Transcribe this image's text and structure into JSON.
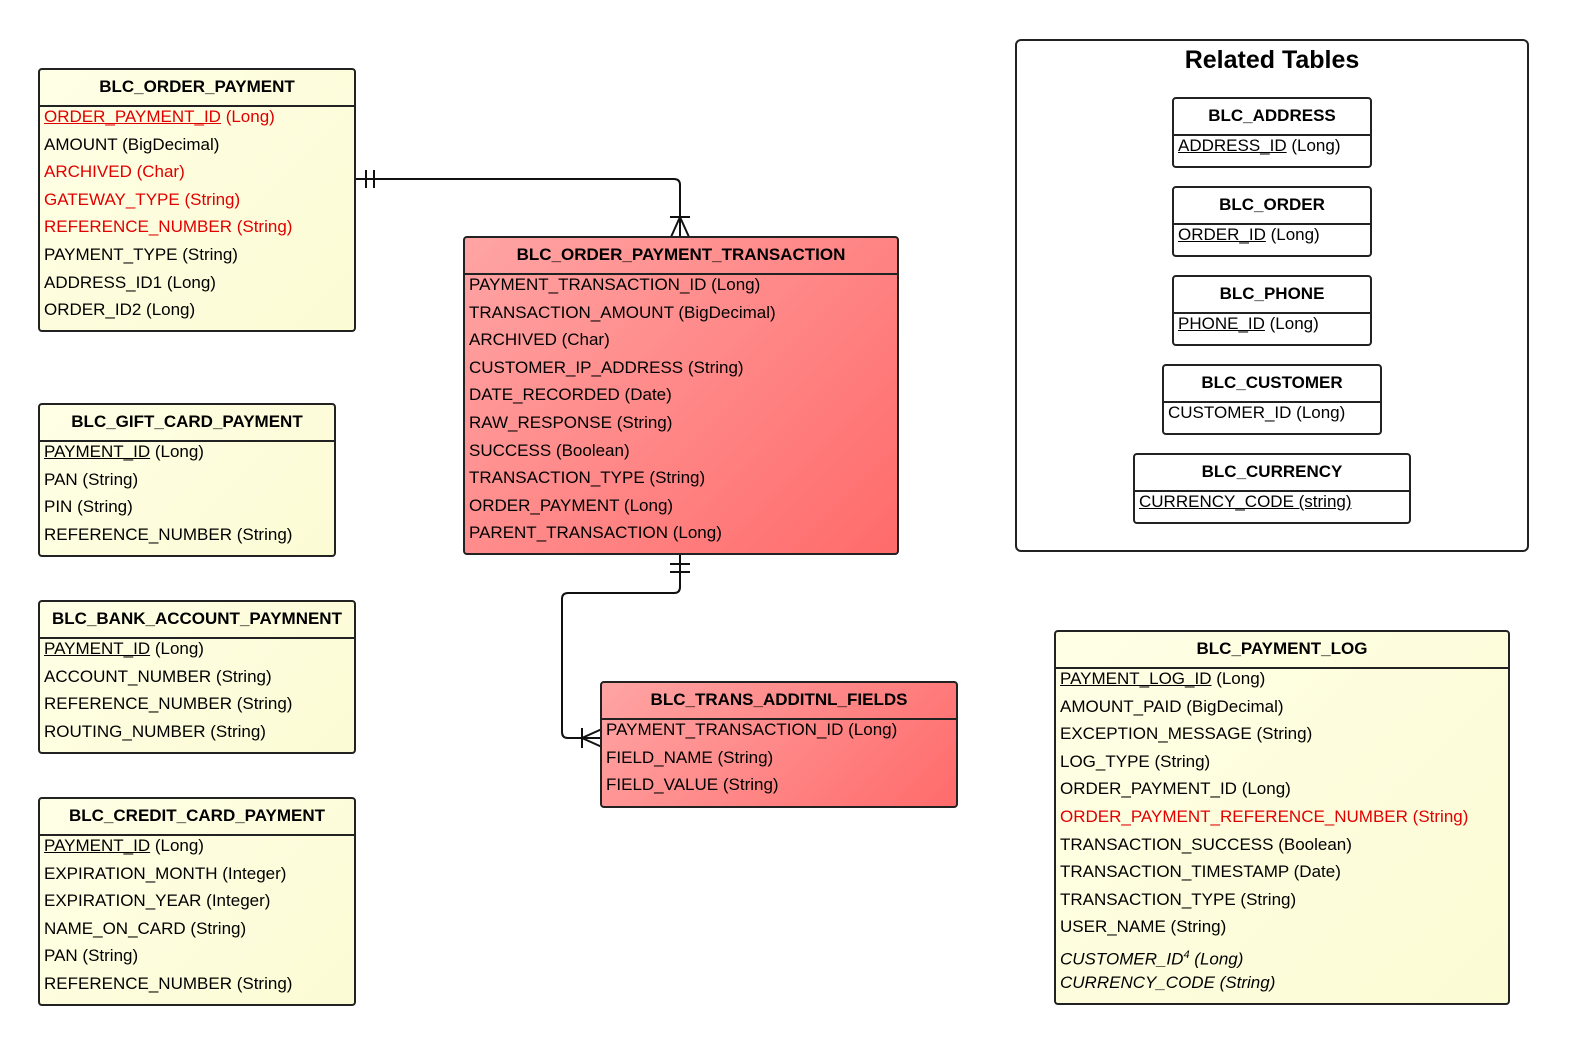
{
  "order_payment": {
    "title": "BLC_ORDER_PAYMENT",
    "rows": [
      {
        "name": "ORDER_PAYMENT_ID",
        "type": " (Long)",
        "pk": true,
        "red": true
      },
      {
        "name": "AMOUNT",
        "type": " (BigDecimal)"
      },
      {
        "name": "ARCHIVED",
        "type": " (Char)",
        "red": true
      },
      {
        "name": "GATEWAY_TYPE",
        "type": " (String)",
        "red": true
      },
      {
        "name": "REFERENCE_NUMBER",
        "type": " (String)",
        "red": true
      },
      {
        "name": "PAYMENT_TYPE",
        "type": " (String)"
      },
      {
        "name": "ADDRESS_ID1",
        "type": " (Long)"
      },
      {
        "name": "ORDER_ID2",
        "type": " (Long)"
      }
    ]
  },
  "gift_card_payment": {
    "title": "BLC_GIFT_CARD_PAYMENT",
    "rows": [
      {
        "name": "PAYMENT_ID",
        "type": " (Long)",
        "pk": true
      },
      {
        "name": "PAN",
        "type": " (String)"
      },
      {
        "name": "PIN",
        "type": " (String)"
      },
      {
        "name": "REFERENCE_NUMBER",
        "type": " (String)"
      }
    ]
  },
  "bank_account_payment": {
    "title": "BLC_BANK_ACCOUNT_PAYMNENT",
    "rows": [
      {
        "name": "PAYMENT_ID",
        "type": " (Long)",
        "pk": true
      },
      {
        "name": "ACCOUNT_NUMBER",
        "type": " (String)"
      },
      {
        "name": "REFERENCE_NUMBER",
        "type": " (String)"
      },
      {
        "name": "ROUTING_NUMBER",
        "type": " (String)"
      }
    ]
  },
  "credit_card_payment": {
    "title": "BLC_CREDIT_CARD_PAYMENT",
    "rows": [
      {
        "name": "PAYMENT_ID",
        "type": " (Long)",
        "pk": true
      },
      {
        "name": "EXPIRATION_MONTH",
        "type": " (Integer)"
      },
      {
        "name": "EXPIRATION_YEAR",
        "type": " (Integer)"
      },
      {
        "name": "NAME_ON_CARD",
        "type": " (String)"
      },
      {
        "name": "PAN",
        "type": " (String)"
      },
      {
        "name": "REFERENCE_NUMBER",
        "type": " (String)"
      }
    ]
  },
  "order_payment_transaction": {
    "title": "BLC_ORDER_PAYMENT_TRANSACTION",
    "rows": [
      {
        "name": "PAYMENT_TRANSACTION_ID",
        "type": " (Long)"
      },
      {
        "name": "TRANSACTION_AMOUNT",
        "type": " (BigDecimal)"
      },
      {
        "name": "ARCHIVED",
        "type": " (Char)"
      },
      {
        "name": "CUSTOMER_IP_ADDRESS",
        "type": " (String)"
      },
      {
        "name": "DATE_RECORDED",
        "type": " (Date)"
      },
      {
        "name": "RAW_RESPONSE",
        "type": " (String)"
      },
      {
        "name": "SUCCESS",
        "type": " (Boolean)"
      },
      {
        "name": "TRANSACTION_TYPE",
        "type": " (String)"
      },
      {
        "name": "ORDER_PAYMENT",
        "type": " (Long)"
      },
      {
        "name": "PARENT_TRANSACTION",
        "type": " (Long)"
      }
    ]
  },
  "trans_additnl_fields": {
    "title": "BLC_TRANS_ADDITNL_FIELDS",
    "rows": [
      {
        "name": "PAYMENT_TRANSACTION_ID",
        "type": " (Long)"
      },
      {
        "name": "FIELD_NAME",
        "type": " (String)"
      },
      {
        "name": "FIELD_VALUE",
        "type": " (String)"
      }
    ]
  },
  "payment_log": {
    "title": "BLC_PAYMENT_LOG",
    "rows": [
      {
        "name": "PAYMENT_LOG_ID",
        "type": " (Long)",
        "pk": true
      },
      {
        "name": "AMOUNT_PAID",
        "type": " (BigDecimal)"
      },
      {
        "name": "EXCEPTION_MESSAGE",
        "type": " (String)"
      },
      {
        "name": "LOG_TYPE",
        "type": " (String)"
      },
      {
        "name": "ORDER_PAYMENT_ID",
        "type": " (Long)"
      },
      {
        "name": "ORDER_PAYMENT_REFERENCE_NUMBER",
        "type": " (String)",
        "red": true
      },
      {
        "name": "TRANSACTION_SUCCESS",
        "type": " (Boolean)"
      },
      {
        "name": "TRANSACTION_TIMESTAMP",
        "type": " (Date)"
      },
      {
        "name": "TRANSACTION_TYPE",
        "type": " (String)"
      },
      {
        "name": "USER_NAME",
        "type": " (String)"
      },
      {
        "name": "CUSTOMER_ID",
        "sup": "4",
        "type": " (Long)",
        "italic": true
      },
      {
        "name": "CURRENCY_CODE",
        "type": " (String)",
        "italic": true
      }
    ]
  },
  "related": {
    "title": "Related Tables",
    "tables": [
      {
        "title": "BLC_ADDRESS",
        "rows": [
          {
            "name": "ADDRESS_ID",
            "type": " (Long)",
            "pk": true
          }
        ]
      },
      {
        "title": "BLC_ORDER",
        "rows": [
          {
            "name": "ORDER_ID",
            "type": " (Long)",
            "pk": true
          }
        ]
      },
      {
        "title": "BLC_PHONE",
        "rows": [
          {
            "name": "PHONE_ID",
            "type": " (Long)",
            "pk": true
          }
        ]
      },
      {
        "title": "BLC_CUSTOMER",
        "rows": [
          {
            "name": "CUSTOMER_ID",
            "type": " (Long)"
          }
        ]
      },
      {
        "title": "BLC_CURRENCY",
        "rows": [
          {
            "name": "CURRENCY_CODE (string)",
            "type": "",
            "pk": true
          }
        ]
      }
    ]
  }
}
